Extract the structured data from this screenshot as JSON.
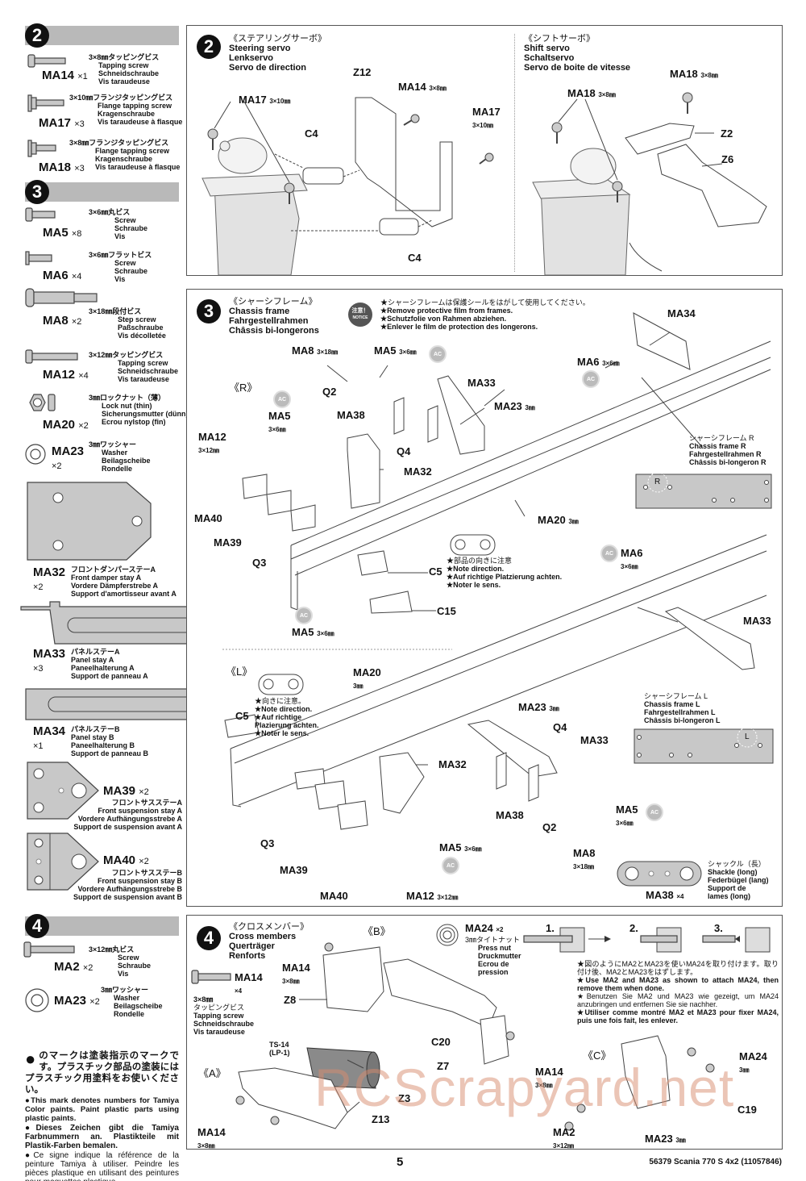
{
  "sidebar": {
    "step2": {
      "number": "2",
      "parts": [
        {
          "code": "MA14",
          "qty": "×1",
          "jp": "3×8㎜タッピングビス",
          "en": "Tapping screw",
          "de": "Schneidschraube",
          "fr": "Vis taraudeuse"
        },
        {
          "code": "MA17",
          "qty": "×3",
          "jp": "3×10㎜フランジタッピングビス",
          "en": "Flange tapping screw",
          "de": "Kragenschraube",
          "fr": "Vis taraudeuse à flasque"
        },
        {
          "code": "MA18",
          "qty": "×3",
          "jp": "3×8㎜フランジタッピングビス",
          "en": "Flange tapping screw",
          "de": "Kragenschraube",
          "fr": "Vis taraudeuse à flasque"
        }
      ]
    },
    "step3": {
      "number": "3",
      "parts": [
        {
          "code": "MA5",
          "qty": "×8",
          "jp": "3×6㎜丸ビス",
          "en": "Screw",
          "de": "Schraube",
          "fr": "Vis"
        },
        {
          "code": "MA6",
          "qty": "×4",
          "jp": "3×6㎜フラットビス",
          "en": "Screw",
          "de": "Schraube",
          "fr": "Vis"
        },
        {
          "code": "MA8",
          "qty": "×2",
          "jp": "3×18㎜段付ビス",
          "en": "Step screw",
          "de": "Paßschraube",
          "fr": "Vis décolletée"
        },
        {
          "code": "MA12",
          "qty": "×4",
          "jp": "3×12㎜タッピングビス",
          "en": "Tapping screw",
          "de": "Schneidschraube",
          "fr": "Vis taraudeuse"
        },
        {
          "code": "MA20",
          "qty": "×2",
          "jp": "3㎜ロックナット（薄）",
          "en": "Lock nut (thin)",
          "de": "Sicherungsmutter (dünn)",
          "fr": "Ecrou nylstop (fin)"
        },
        {
          "code": "MA23",
          "qty": "×2",
          "jp": "3㎜ワッシャー",
          "en": "Washer",
          "de": "Beilagscheibe",
          "fr": "Rondelle"
        },
        {
          "code": "MA32",
          "qty": "×2",
          "jp": "フロントダンパーステーA",
          "en": "Front damper stay A",
          "de": "Vordere Dämpferstrebe A",
          "fr": "Support d'amortisseur avant A"
        },
        {
          "code": "MA33",
          "qty": "×3",
          "jp": "パネルステーA",
          "en": "Panel stay A",
          "de": "Paneelhalterung A",
          "fr": "Support de panneau A"
        },
        {
          "code": "MA34",
          "qty": "×1",
          "jp": "パネルステーB",
          "en": "Panel stay B",
          "de": "Paneelhalterung B",
          "fr": "Support de panneau B"
        },
        {
          "code": "MA39",
          "qty": "×2",
          "jp": "フロントサスステーA",
          "en": "Front suspension stay A",
          "de": "Vordere Aufhängungsstrebe A",
          "fr": "Support de suspension avant A"
        },
        {
          "code": "MA40",
          "qty": "×2",
          "jp": "フロントサスステーB",
          "en": "Front suspension stay B",
          "de": "Vordere Aufhängungsstrebe B",
          "fr": "Support de suspension avant B"
        }
      ]
    },
    "step4": {
      "number": "4",
      "parts": [
        {
          "code": "MA2",
          "qty": "×2",
          "jp": "3×12㎜丸ビス",
          "en": "Screw",
          "de": "Schraube",
          "fr": "Vis"
        },
        {
          "code": "MA23",
          "qty": "×2",
          "jp": "3㎜ワッシャー",
          "en": "Washer",
          "de": "Beilagscheibe",
          "fr": "Rondelle"
        }
      ]
    },
    "paint_note": {
      "jp": "のマークは塗装指示のマークです。プラスチック部品の塗装にはプラスチック用塗料をお使いください。",
      "en": "This mark denotes numbers for Tamiya Color paints. Paint plastic parts using plastic paints.",
      "de": "Dieses Zeichen gibt die Tamiya Farbnummern an. Plastikteile mit Plastik-Farben bemalen.",
      "fr": "Ce signe indique la référence de la peinture Tamiya à utiliser. Peindre les pièces plastique en utilisant des peintures pour maquettes plastique."
    }
  },
  "step2": {
    "number": "2",
    "steering": {
      "jp": "《ステアリングサーボ》",
      "en": "Steering servo",
      "de": "Lenkservo",
      "fr": "Servo de direction"
    },
    "shift": {
      "jp": "《シフトサーボ》",
      "en": "Shift servo",
      "de": "Schaltservo",
      "fr": "Servo de boite de vitesse"
    },
    "labels": {
      "z12": "Z12",
      "ma14": "MA14",
      "ma14_size": "3×8㎜",
      "ma17": "MA17",
      "ma17_size": "3×10㎜",
      "c4": "C4",
      "ma18": "MA18",
      "ma18_size": "3×8㎜",
      "z2": "Z2",
      "z6": "Z6"
    }
  },
  "step3": {
    "number": "3",
    "title": {
      "jp": "《シャーシフレーム》",
      "en": "Chassis frame",
      "de": "Fahrgestellrahmen",
      "fr": "Châssis bi-longerons"
    },
    "notice": {
      "badge_jp": "注意！",
      "badge_en": "NOTICE",
      "jp": "★シャーシフレームは保護シールをはがして使用してください。",
      "en": "★Remove protective film from frames.",
      "de": "★Schutzfolie von Rahmen abziehen.",
      "fr": "★Enlever le film de protection des longerons."
    },
    "ac_badge": "AC",
    "side_r": "《R》",
    "side_l": "《L》",
    "frame_r": {
      "jp": "シャーシフレーム R",
      "en": "Chassis frame R",
      "de": "Fahrgestellrahmen R",
      "fr": "Châssis bi-longeron R",
      "mark": "R"
    },
    "frame_l": {
      "jp": "シャーシフレーム L",
      "en": "Chassis frame L",
      "de": "Fahrgestellrahmen L",
      "fr": "Châssis bi-longeron L",
      "mark": "L"
    },
    "note_direction": {
      "jp": "★部品の向きに注意",
      "jp2": "★向きに注意。",
      "en": "★Note direction.",
      "de": "★Auf richtige Platzierung achten.",
      "de_a": "★Auf richtige",
      "de_b": "Plazierung achten.",
      "fr": "★Noter le sens."
    },
    "shackle": {
      "code": "MA38",
      "qty": "×4",
      "jp": "シャックル（長）",
      "en": "Shackle (long)",
      "de": "Federbügel (lang)",
      "fr1": "Support de",
      "fr2": "lames (long)"
    },
    "labels": {
      "ma8": "MA8",
      "s18": "3×18㎜",
      "ma5": "MA5",
      "s6": "3×6㎜",
      "ma34": "MA34",
      "ma6": "MA6",
      "ma33": "MA33",
      "ma23": "MA23",
      "s3": "3㎜",
      "q2": "Q2",
      "ma38": "MA38",
      "q4": "Q4",
      "ma12": "MA12",
      "s12": "3×12㎜",
      "ma32": "MA32",
      "ma40": "MA40",
      "ma39": "MA39",
      "q3": "Q3",
      "ma20": "MA20",
      "c5": "C5",
      "c15": "C15"
    }
  },
  "step4": {
    "number": "4",
    "title": {
      "jp": "《クロスメンバー》",
      "en": "Cross members",
      "de": "Querträger",
      "fr": "Renforts"
    },
    "screw": {
      "code": "MA14",
      "qty": "×4",
      "size": "3×8㎜",
      "jp": "タッピングビス",
      "en": "Tapping screw",
      "de": "Schneidschraube",
      "fr": "Vis taraudeuse"
    },
    "press_nut": {
      "code": "MA24",
      "qty": "×2",
      "jp": "3㎜タイトナット",
      "en": "Press nut",
      "de": "Druckmutter",
      "fr1": "Ecrou de",
      "fr2": "pression"
    },
    "steps": [
      "1.",
      "2.",
      "3."
    ],
    "instruction": {
      "jp": "★図のようにMA2とMA23を使いMA24を取り付けます。取り付け後、MA2とMA23をはずします。",
      "en": "★Use MA2 and MA23 as shown to attach MA24, then remove them when done.",
      "de": "★Benutzen Sie MA2 und MA23 wie gezeigt, um MA24 anzubringen und entfernen Sie sie nachher.",
      "fr": "★Utiliser comme montré MA2 et MA23 pour fixer MA24, puis une fois fait, les enlever."
    },
    "sub_a": "《A》",
    "sub_b": "《B》",
    "sub_c": "《C》",
    "paint": {
      "code": "TS-14",
      "sub": "(LP-1)"
    },
    "labels": {
      "ma14": "MA14",
      "s8": "3×8㎜",
      "z8": "Z8",
      "c20": "C20",
      "z7": "Z7",
      "z3": "Z3",
      "z13": "Z13",
      "ma24": "MA24",
      "s3": "3㎜",
      "c19": "C19",
      "ma2": "MA2",
      "s12": "3×12㎜",
      "ma23": "MA23"
    }
  },
  "page": {
    "number": "5",
    "footer": "56379 Scania 770 S 4x2 (11057846)",
    "watermark": "RCScrapyard.net"
  }
}
